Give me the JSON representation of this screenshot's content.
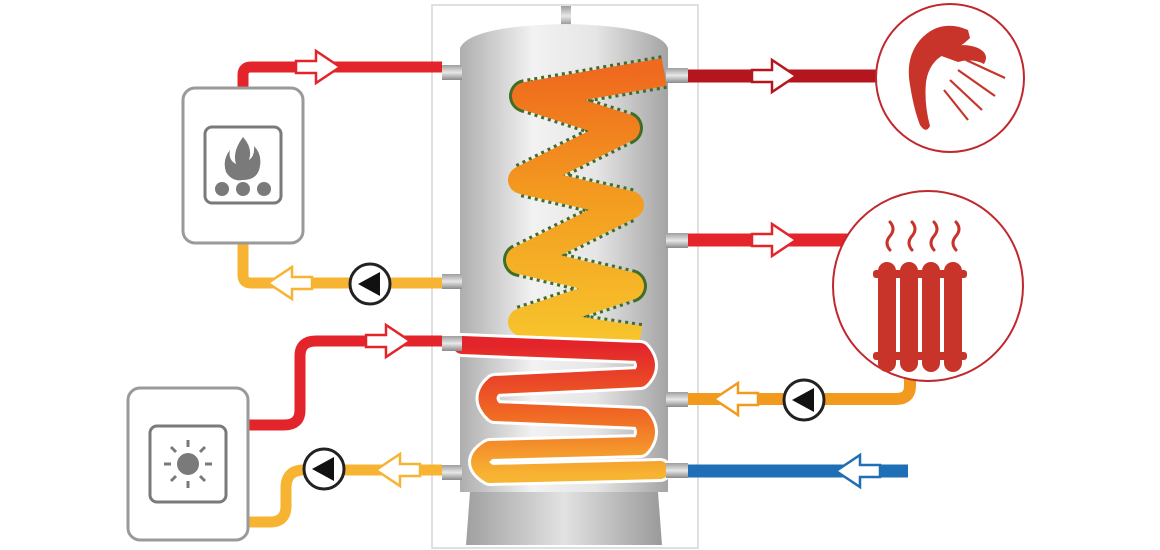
{
  "diagram": {
    "kind": "combination-buffer-tank-schematic",
    "colors": {
      "hot_red": "#e3242b",
      "dark_red": "#b5161d",
      "warm_orange": "#f29a1e",
      "return_yellow": "#f7b332",
      "cold_blue": "#1e6fb5",
      "tank_gray": "#c9c9c9",
      "icon_gray": "#7a7a7a",
      "coil_green_edge": "#4e7b2f"
    },
    "components": [
      {
        "id": "boiler",
        "icon": "fire-icon",
        "connection": "upper-left-loop"
      },
      {
        "id": "solar",
        "icon": "sun-icon",
        "connection": "lower-left-loop"
      },
      {
        "id": "shower",
        "icon": "shower-icon",
        "connection": "top-right-outlet"
      },
      {
        "id": "radiator",
        "icon": "radiator-icon",
        "connection": "middle-right-loop"
      },
      {
        "id": "cold-water",
        "icon": "inlet-arrow-icon",
        "connection": "bottom-right-inlet"
      }
    ],
    "pumps": [
      "boiler-return-pump",
      "radiator-return-pump",
      "solar-return-pump"
    ]
  }
}
